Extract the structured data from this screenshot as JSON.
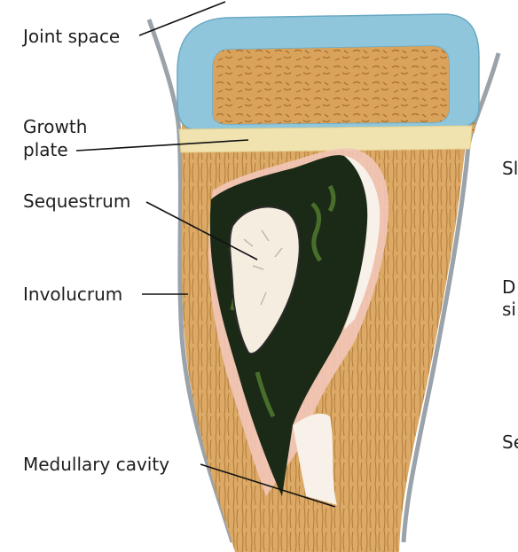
{
  "labels": {
    "joint_space": "Joint space",
    "growth_plate_line1": "Growth",
    "growth_plate_line2": "plate",
    "sequestrum": "Sequestrum",
    "involucrum": "Involucrum",
    "medullary_cavity": "Medullary cavity",
    "right_cut_1": "Sl",
    "right_cut_2a": "D",
    "right_cut_2b": "si",
    "right_cut_3": "Se"
  },
  "colors": {
    "cartilage": "#8fc6dc",
    "bone": "#d9a35c",
    "growth_plate": "#f0e3b0",
    "sequestrum": "#f4ede0",
    "abscess": "#1b2a16",
    "pus_margin": "#f2c7b8",
    "periosteum": "#c9ced4"
  }
}
